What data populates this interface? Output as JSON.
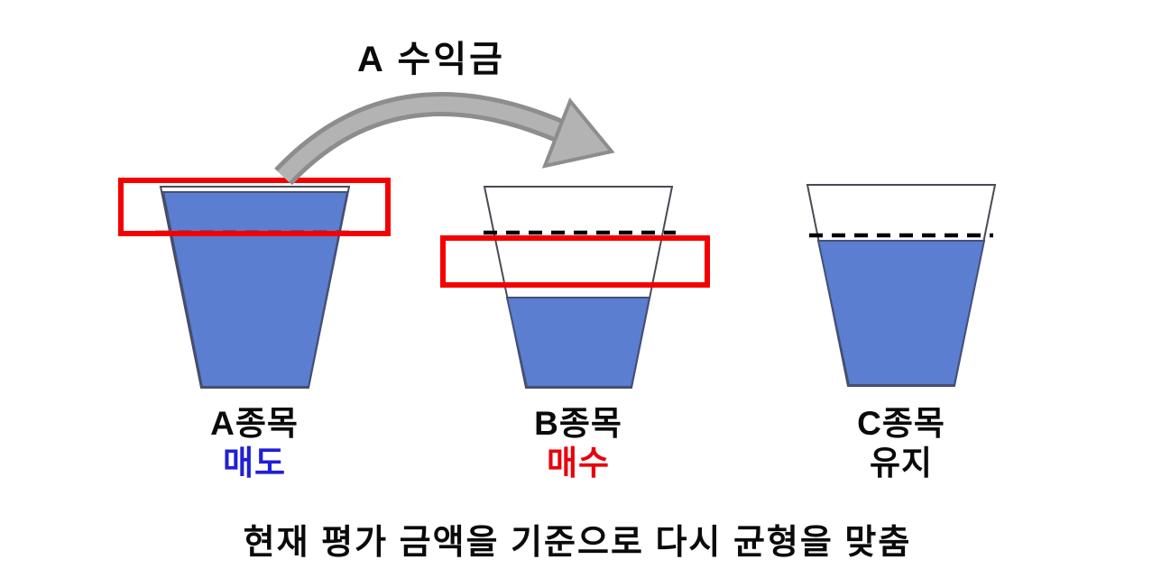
{
  "diagram": {
    "arrow_label": "A 수익금",
    "caption": "현재 평가 금액을 기준으로 다시 균형을 맞춤",
    "cups": [
      {
        "name": "A종목",
        "action": "매도",
        "fill_percent": 97,
        "target_percent": 77,
        "highlight": "sell-band-above-target-line"
      },
      {
        "name": "B종목",
        "action": "매수",
        "fill_percent": 45,
        "target_percent": 77,
        "highlight": "buy-band-below-target-line"
      },
      {
        "name": "C종목",
        "action": "유지",
        "fill_percent": 73,
        "target_percent": 73,
        "highlight": null
      }
    ],
    "colors": {
      "cup_fill": "#5b7ed0",
      "highlight_box": "#f40000",
      "sell_text": "#1f1fd6",
      "buy_text": "#e8000b",
      "hold_text": "#0a0a0a",
      "arrow": "#b3b3b3",
      "target_line": "#000000"
    }
  }
}
